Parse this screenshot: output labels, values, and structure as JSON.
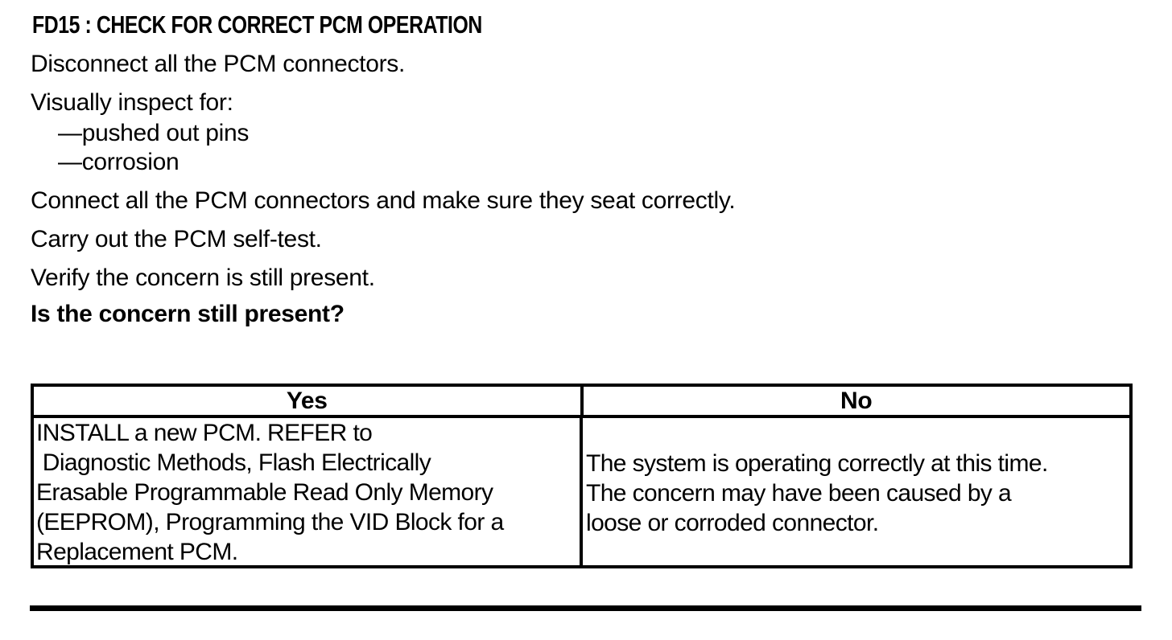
{
  "document": {
    "title": "FD15 : CHECK FOR CORRECT PCM OPERATION",
    "steps": [
      "Disconnect all the PCM connectors.",
      "Visually inspect for:",
      "—pushed out pins",
      "—corrosion",
      "Connect all the PCM connectors and make sure they seat correctly.",
      "Carry out the PCM self-test.",
      "Verify the concern is still present.",
      "Is the concern still present?"
    ],
    "decision_table": {
      "columns": [
        "Yes",
        "No"
      ],
      "yes_action_lines": [
        "INSTALL a new PCM. REFER to",
        " Diagnostic Methods, Flash Electrically",
        "Erasable Programmable Read Only Memory",
        "(EEPROM), Programming the VID Block for a",
        "Replacement PCM."
      ],
      "no_action_lines": [
        "The system is operating correctly at this time.",
        "The concern may have been caused by a",
        "loose or corroded connector."
      ]
    },
    "colors": {
      "text": "#000000",
      "background": "#ffffff",
      "table_border": "#000000"
    }
  }
}
